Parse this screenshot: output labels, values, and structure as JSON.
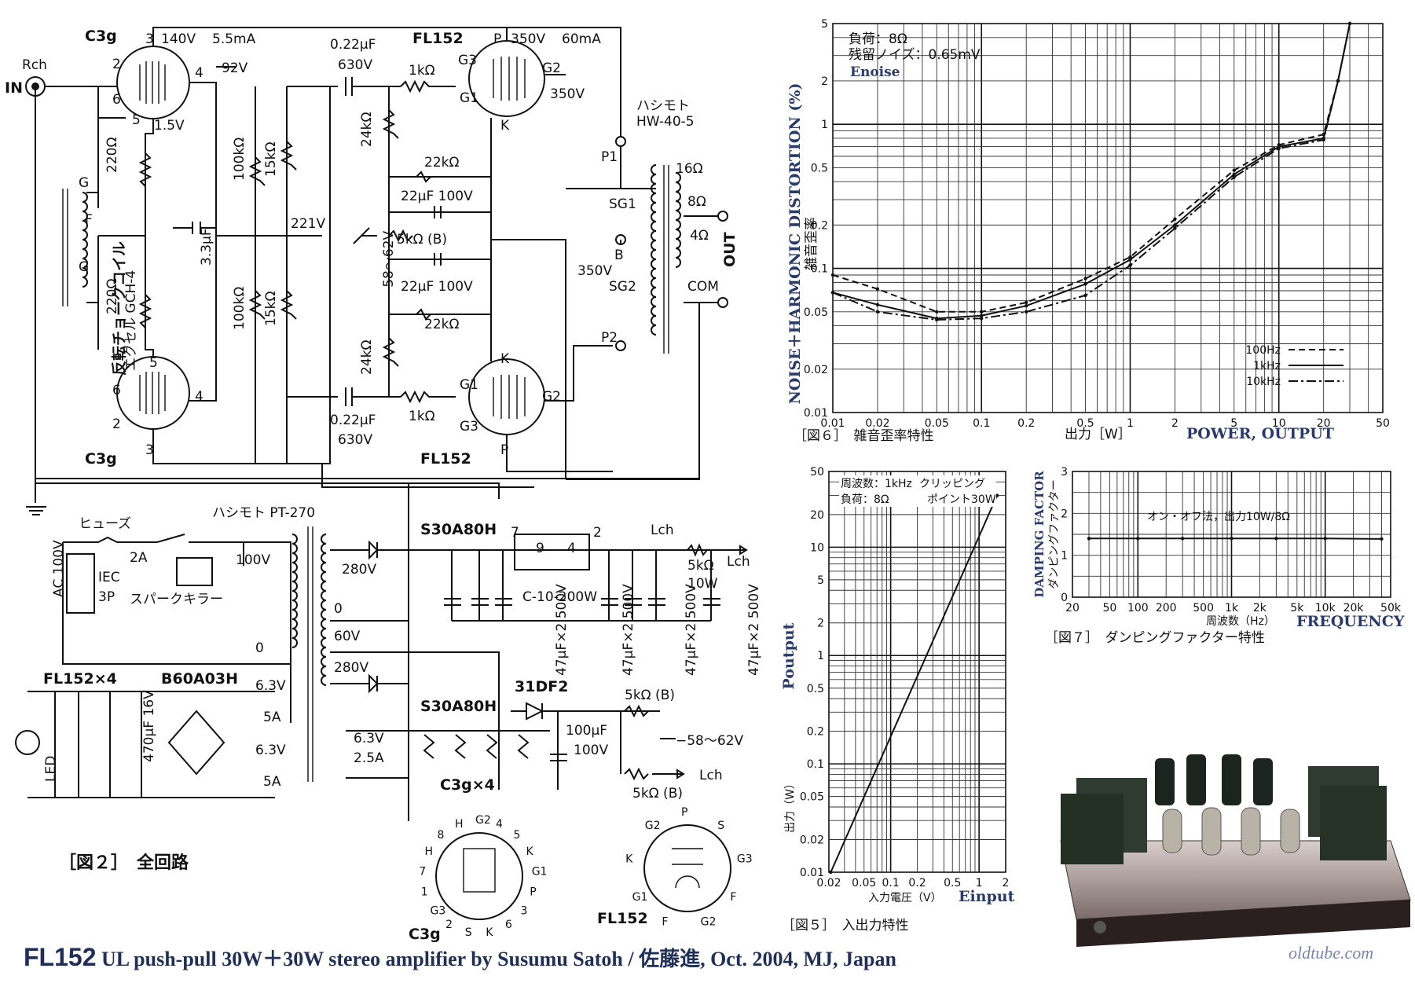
{
  "schematic": {
    "caption": "［図２］　全回路",
    "input": {
      "label": "IN",
      "channel": "Rch"
    },
    "tubes": [
      {
        "id": "c3g-top",
        "name": "C3g",
        "pins": {
          "p1": "3",
          "p2": "2",
          "p3": "6",
          "p4": "4",
          "p5": "5"
        },
        "v1": "140V",
        "v2": "5.5mA",
        "v3": "1.5V"
      },
      {
        "id": "c3g-bottom",
        "name": "C3g",
        "pins": {
          "p1": "5",
          "p2": "6",
          "p3": "2",
          "p4": "4",
          "p5": "3"
        }
      },
      {
        "id": "fl152-top",
        "name": "FL152",
        "pins": {
          "p1": "P",
          "p2": "G3",
          "p3": "G1",
          "p4": "G2",
          "p5": "K"
        },
        "v1": "350V",
        "v2": "60mA"
      },
      {
        "id": "fl152-bottom",
        "name": "FL152",
        "pins": {
          "p1": "K",
          "p2": "G1",
          "p3": "G3",
          "p4": "G2",
          "p5": "P"
        }
      }
    ],
    "choke": {
      "label1": "反転チョークコイル",
      "label2": "エクセル GCH-4",
      "g1": "G",
      "f": "F",
      "g2": "G"
    },
    "labels": {
      "v92": "92V",
      "r220a": "220Ω",
      "r220b": "220Ω",
      "c33": "3.3μF",
      "r100a": "100kΩ",
      "r100b": "100kΩ",
      "r15a": "15kΩ",
      "r15b": "15kΩ",
      "v221": "221V",
      "c022a": "0.22μF",
      "c630a": "630V",
      "c022b": "0.22μF",
      "c630b": "630V",
      "r1ka": "1kΩ",
      "r1kb": "1kΩ",
      "r24a": "24kΩ",
      "r24b": "24kΩ",
      "r22a": "22kΩ",
      "r22b": "22kΩ",
      "c22a": "22μF 100V",
      "c22b": "22μF 100V",
      "pot5k": "5kΩ (B)",
      "bias": "−58～62V",
      "v350a": "350V",
      "v350b": "350V"
    },
    "output_transformer": {
      "brand": "ハシモト",
      "model": "HW-40-5",
      "p1": "P1",
      "sg1": "SG1",
      "b": "B",
      "sg2": "SG2",
      "p2": "P2",
      "t16": "16Ω",
      "t8": "8Ω",
      "t4": "4Ω",
      "com": "COM",
      "out": "OUT"
    },
    "power": {
      "fuse": "ヒューズ",
      "fuse_rating": "2A",
      "pt": "ハシモト PT-270",
      "ac": "AC 100V",
      "iec": "IEC",
      "iec2": "3P",
      "spark": "スパークキラー",
      "v100": "100V",
      "v0a": "0",
      "v280a": "280V",
      "v0b": "0",
      "v60": "60V",
      "v280b": "280V",
      "diode1": "S30A80H",
      "diode2": "S30A80H",
      "diode3": "31DF2",
      "choke_in": "7",
      "choke_out": "2",
      "choke_p9": "9",
      "choke_p4": "4",
      "choke": "C-10-200W",
      "cap1": "47μF×2 500V",
      "cap2": "47μF×2 500V",
      "cap3": "47μF×2 500V",
      "cap4": "47μF×2 500V",
      "lch1": "Lch",
      "lch2": "Lch",
      "lch3": "Lch",
      "r5k10w": "5kΩ",
      "r5k10w2": "10W",
      "c100": "100μF",
      "c100v": "100V",
      "pot1": "5kΩ (B)",
      "pot2": "5kΩ (B)",
      "bias2": "−58～62V",
      "h63a": "6.3V",
      "h5a": "5A",
      "h63b": "6.3V",
      "h5b": "5A",
      "h63c": "6.3V",
      "h25": "2.5A",
      "fl_heaters": "FL152×4",
      "bridge": "B60A03H",
      "led": "LED",
      "c470": "470μF 16V",
      "c3g_heaters": "C3g×4"
    },
    "pinouts": [
      {
        "name": "C3g",
        "pins": [
          "G2",
          "4",
          "5",
          "K",
          "G1",
          "P",
          "3",
          "6",
          "K",
          "S",
          "2",
          "G3",
          "1",
          "7",
          "H",
          "8",
          "H"
        ]
      },
      {
        "name": "FL152",
        "pins": [
          "P",
          "S",
          "G3",
          "F",
          "G2",
          "F",
          "G1",
          "K",
          "G2"
        ]
      }
    ]
  },
  "chart_data": [
    {
      "id": "fig6",
      "type": "line",
      "xscale": "log",
      "yscale": "log",
      "caption": "［図６］　雑音歪率特性",
      "ylabel_en": "NOISE＋HARMONIC DISTORTION",
      "ylabel_unit": "(%)",
      "ylabel_jp": "雑音歪率",
      "xlabel_jp": "出力［W］",
      "xlabel_en": "POWER, OUTPUT",
      "annot1": "負荷：8Ω",
      "annot2": "残留ノイズ：0.65mV",
      "annot3": "Enoise",
      "xticks": [
        "0.01",
        "0.02",
        "0.05",
        "0.1",
        "0.2",
        "0.5",
        "1",
        "2",
        "5",
        "10",
        "20",
        "50"
      ],
      "yticks": [
        "5",
        "2",
        "1",
        "0.5",
        "0.2",
        "0.1",
        "0.05",
        "0.02",
        "0.01"
      ],
      "xlim": [
        0.01,
        50
      ],
      "ylim": [
        0.01,
        5
      ],
      "series": [
        {
          "name": "100Hz",
          "style": "dash",
          "points": [
            [
              0.01,
              0.09
            ],
            [
              0.02,
              0.072
            ],
            [
              0.05,
              0.05
            ],
            [
              0.1,
              0.05
            ],
            [
              0.2,
              0.058
            ],
            [
              0.5,
              0.085
            ],
            [
              1,
              0.12
            ],
            [
              2,
              0.22
            ],
            [
              5,
              0.48
            ],
            [
              10,
              0.72
            ],
            [
              20,
              0.85
            ],
            [
              25,
              2
            ],
            [
              30,
              5
            ]
          ]
        },
        {
          "name": "1kHz",
          "style": "solid",
          "points": [
            [
              0.01,
              0.068
            ],
            [
              0.02,
              0.056
            ],
            [
              0.05,
              0.045
            ],
            [
              0.1,
              0.047
            ],
            [
              0.2,
              0.055
            ],
            [
              0.5,
              0.078
            ],
            [
              1,
              0.115
            ],
            [
              2,
              0.2
            ],
            [
              5,
              0.45
            ],
            [
              10,
              0.7
            ],
            [
              20,
              0.8
            ],
            [
              25,
              2
            ],
            [
              30,
              5
            ]
          ]
        },
        {
          "name": "10kHz",
          "style": "dashdot",
          "points": [
            [
              0.01,
              0.068
            ],
            [
              0.02,
              0.05
            ],
            [
              0.05,
              0.044
            ],
            [
              0.1,
              0.045
            ],
            [
              0.2,
              0.05
            ],
            [
              0.5,
              0.065
            ],
            [
              1,
              0.105
            ],
            [
              2,
              0.19
            ],
            [
              5,
              0.43
            ],
            [
              10,
              0.68
            ],
            [
              20,
              0.78
            ],
            [
              25,
              2
            ],
            [
              30,
              5
            ]
          ]
        }
      ]
    },
    {
      "id": "fig5",
      "type": "line",
      "xscale": "log",
      "yscale": "log",
      "caption": "［図５］　入出力特性",
      "ylabel_en": "Poutput",
      "ylabel_jp": "出力（W）",
      "xlabel_jp": "入力電圧（V）",
      "xlabel_en": "Einput",
      "annot1": "周波数：1kHz",
      "annot2": "負荷：8Ω",
      "annot3": "クリッピング",
      "annot4": "ポイント30W",
      "xticks": [
        "0.02",
        "0.05",
        "0.1",
        "0.2",
        "0.5",
        "1",
        "2"
      ],
      "yticks": [
        "50",
        "20",
        "10",
        "5",
        "2",
        "1",
        "0.5",
        "0.2",
        "0.1",
        "0.05",
        "0.02",
        "0.01"
      ],
      "xlim": [
        0.02,
        2
      ],
      "ylim": [
        0.01,
        50
      ],
      "series": [
        {
          "name": "1kHz",
          "points": [
            [
              0.021,
              0.01
            ],
            [
              1.6,
              30
            ]
          ]
        }
      ]
    },
    {
      "id": "fig7",
      "type": "line",
      "xscale": "log",
      "yscale": "linear",
      "caption": "［図７］　ダンピングファクター特性",
      "ylabel_en": "DAMPING FACTOR",
      "ylabel_jp": "ダンピングファクター",
      "xlabel_jp": "周波数（Hz）",
      "xlabel_en": "FREQUENCY",
      "annot1": "オン・オフ法，出力10W/8Ω",
      "xticks": [
        "20",
        "50",
        "100",
        "200",
        "500",
        "1k",
        "2k",
        "5k",
        "10k",
        "20k",
        "50k"
      ],
      "yticks": [
        "3",
        "2",
        "1",
        "0"
      ],
      "xlim": [
        20,
        50000
      ],
      "ylim": [
        0,
        3
      ],
      "series": [
        {
          "name": "DF",
          "points": [
            [
              30,
              1.4
            ],
            [
              100,
              1.4
            ],
            [
              300,
              1.4
            ],
            [
              1000,
              1.4
            ],
            [
              3000,
              1.4
            ],
            [
              10000,
              1.4
            ],
            [
              40000,
              1.39
            ]
          ]
        }
      ]
    }
  ],
  "footer": {
    "model": "FL152",
    "rest": " UL push-pull 30W＋30W stereo amplifier by Susumu Satoh / 佐藤進, Oct. 2004, MJ, Japan",
    "watermark": "oldtube.com"
  }
}
